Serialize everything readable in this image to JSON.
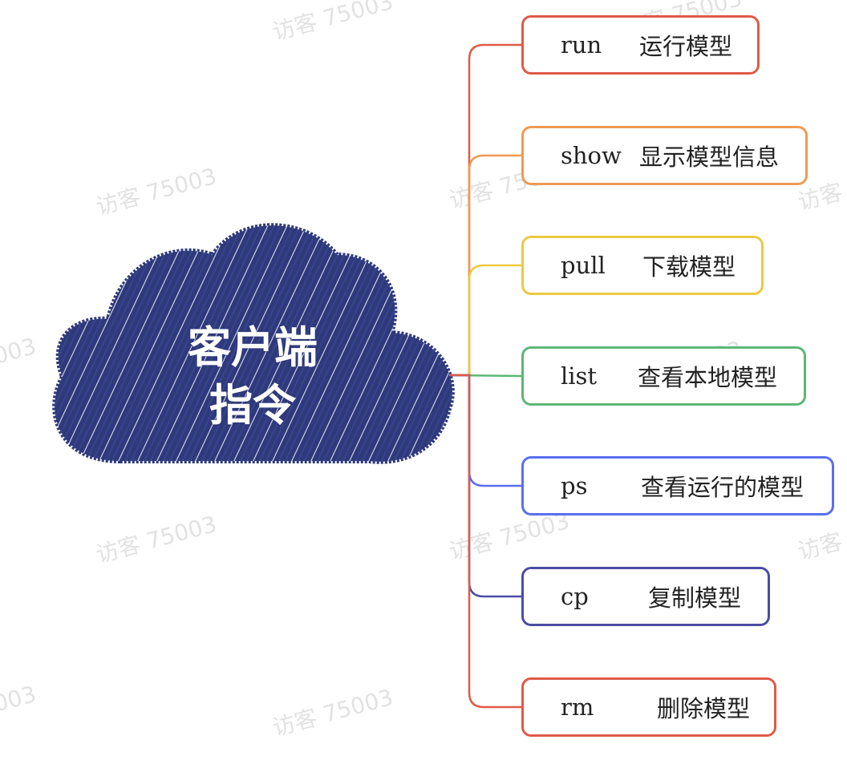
{
  "center": {
    "line1": "客户端",
    "line2": "指令",
    "cloud_color": "#2f3a7c"
  },
  "watermark_text": "访客 75003",
  "nodes": [
    {
      "cmd": "run",
      "desc": "运行模型",
      "color": "#e05a47"
    },
    {
      "cmd": "show",
      "desc": "显示模型信息",
      "color": "#ef9a52"
    },
    {
      "cmd": "pull",
      "desc": "下载模型",
      "color": "#ecc940"
    },
    {
      "cmd": "list",
      "desc": "查看本地模型",
      "color": "#5cb874"
    },
    {
      "cmd": "ps",
      "desc": "查看运行的模型",
      "color": "#5b6ef0"
    },
    {
      "cmd": "cp",
      "desc": "复制模型",
      "color": "#4b4ca4"
    },
    {
      "cmd": "rm",
      "desc": "删除模型",
      "color": "#e05a47"
    }
  ]
}
